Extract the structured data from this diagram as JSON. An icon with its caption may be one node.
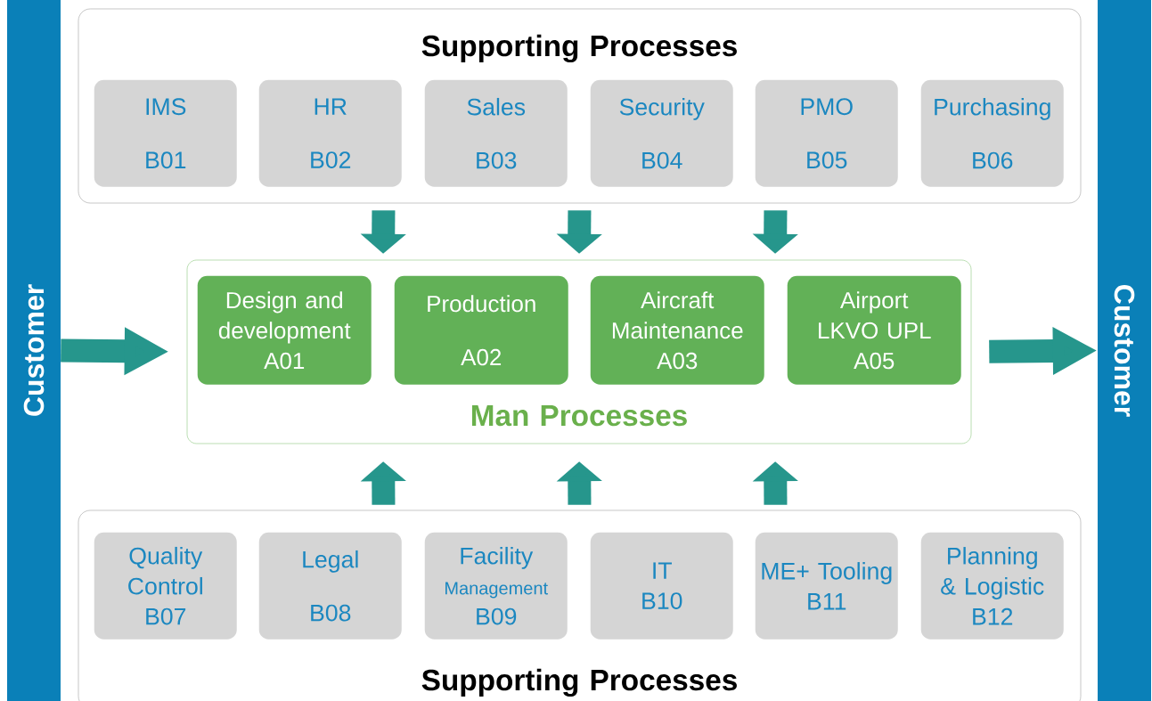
{
  "diagram": {
    "nodes": [
      {
        "text": [
          "Customer"
        ]
      },
      {
        "text": [
          "Supporting Processes"
        ]
      },
      {
        "text": [
          "IMS",
          "B01"
        ],
        "in": 1
      },
      {
        "text": [
          "HR",
          "B02"
        ],
        "in": 1
      },
      {
        "text": [
          "Sales",
          "B03"
        ],
        "in": 1
      },
      {
        "text": [
          "Security",
          "B04"
        ],
        "in": 1
      },
      {
        "text": [
          "PMO",
          "B05"
        ],
        "in": 1
      },
      {
        "text": [
          "Purchasing",
          "B06"
        ],
        "in": 1
      },
      {
        "text": [
          "Man Processes"
        ]
      },
      {
        "text": [
          "Design and development",
          "A01"
        ],
        "in": 8
      },
      {
        "text": [
          "Production",
          "A02"
        ],
        "in": 8
      },
      {
        "text": [
          "Aircraft Maintenance",
          "A03"
        ],
        "in": 8
      },
      {
        "text": [
          "Airport LKVO UPL",
          "A05"
        ],
        "in": 8
      },
      {
        "text": [
          "Supporting Processes"
        ]
      },
      {
        "text": [
          "Quality Control",
          "B07"
        ],
        "in": 13
      },
      {
        "text": [
          "Legal",
          "B08"
        ],
        "in": 13
      },
      {
        "text": [
          "Facility",
          "Management",
          "B09"
        ],
        "in": 13
      },
      {
        "text": [
          "IT",
          "B10"
        ],
        "in": 13
      },
      {
        "text": [
          "ME+ Tooling",
          "B11"
        ],
        "in": 13
      },
      {
        "text": [
          "Planning & Logistic",
          "B12"
        ],
        "in": 13
      },
      {
        "text": [
          "Customer"
        ]
      }
    ],
    "edges": [
      {
        "from": 0,
        "to": 8,
        "arrow": "to"
      },
      {
        "from": 8,
        "to": 20,
        "arrow": "to"
      },
      {
        "from": 1,
        "to": 8,
        "arrow": "to"
      },
      {
        "from": 1,
        "to": 8,
        "arrow": "to"
      },
      {
        "from": 1,
        "to": 8,
        "arrow": "to"
      },
      {
        "from": 13,
        "to": 8,
        "arrow": "to"
      },
      {
        "from": 13,
        "to": 8,
        "arrow": "to"
      },
      {
        "from": 13,
        "to": 8,
        "arrow": "to"
      }
    ]
  }
}
